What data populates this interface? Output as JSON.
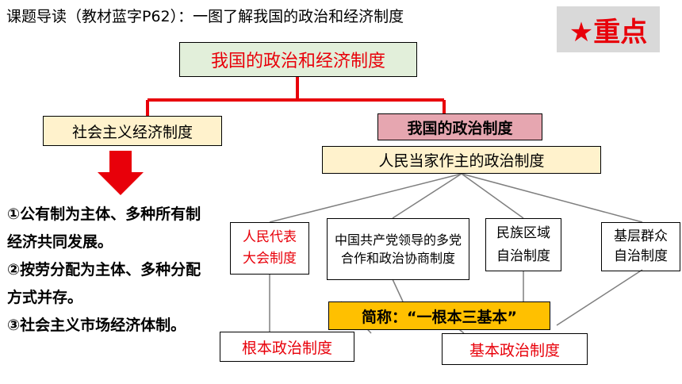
{
  "header": {
    "title": "课题导读（教材蓝字P62）：一图了解我国的政治和经济制度",
    "badge": "★重点"
  },
  "diagram": {
    "root": "我国的政治和经济制度",
    "economic": {
      "title": "社会主义经济制度",
      "points": [
        "①公有制为主体、多种所有制经济共同发展。",
        "②按劳分配为主体、多种分配方式并存。",
        "③社会主义市场经济体制。"
      ]
    },
    "political": {
      "title": "我国的政治制度",
      "subtitle": "人民当家作主的政治制度",
      "children": [
        {
          "id": "npc",
          "text": "人民代表大会制度"
        },
        {
          "id": "cpc",
          "text": "中国共产党领导的多党合作和政治协商制度"
        },
        {
          "id": "ethnic",
          "text": "民族区域自治制度"
        },
        {
          "id": "grassroots",
          "text": "基层群众自治制度"
        }
      ],
      "summary": "简称：“一根本三基本”",
      "fundamental": "根本政治制度",
      "basic": "基本政治制度"
    },
    "colors": {
      "root_bg": "#e2efda",
      "political_title_bg": "#e6a6b0",
      "subtitle_bg": "#fff2cc",
      "summary_bg": "#ffc000",
      "bracket_red": "#e8000a",
      "arrow_red": "#e8000a",
      "badge_bg": "#d9d9d9",
      "badge_text": "#e8000a"
    }
  }
}
